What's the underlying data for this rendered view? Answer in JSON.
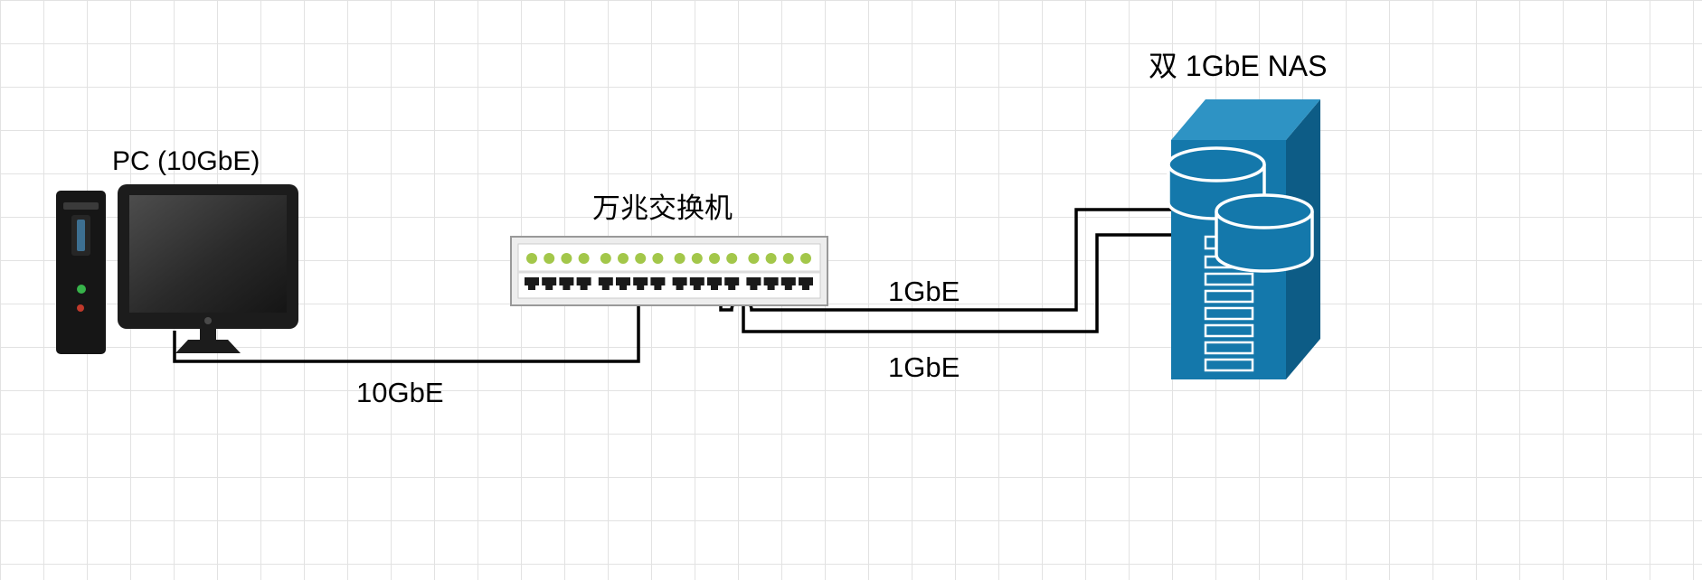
{
  "diagram": {
    "background": "grid-paper",
    "nodes": {
      "pc": {
        "label": "PC (10GbE)",
        "icon": "desktop-computer-icon"
      },
      "switch": {
        "label": "万兆交换机",
        "icon": "network-switch-icon",
        "led_count": 16,
        "port_count": 16
      },
      "nas": {
        "label": "双 1GbE NAS",
        "icon": "nas-server-icon",
        "disk_count": 2
      }
    },
    "links": [
      {
        "from": "pc",
        "to": "switch",
        "label": "10GbE"
      },
      {
        "from": "switch",
        "to": "nas",
        "label": "1GbE"
      },
      {
        "from": "switch",
        "to": "nas",
        "label": "1GbE"
      }
    ],
    "colors": {
      "line": "#000000",
      "grid": "#e2e2e2",
      "led_green": "#a3c74a",
      "port_black": "#1a1a1a",
      "switch_body": "#ededed",
      "switch_panel": "#ffffff",
      "nas_front": "#1478ab",
      "nas_side": "#0d5c86",
      "nas_top": "#2e93c4",
      "pc_black": "#161616",
      "led_power_green": "#37b34a",
      "led_power_red": "#c0392b"
    }
  }
}
